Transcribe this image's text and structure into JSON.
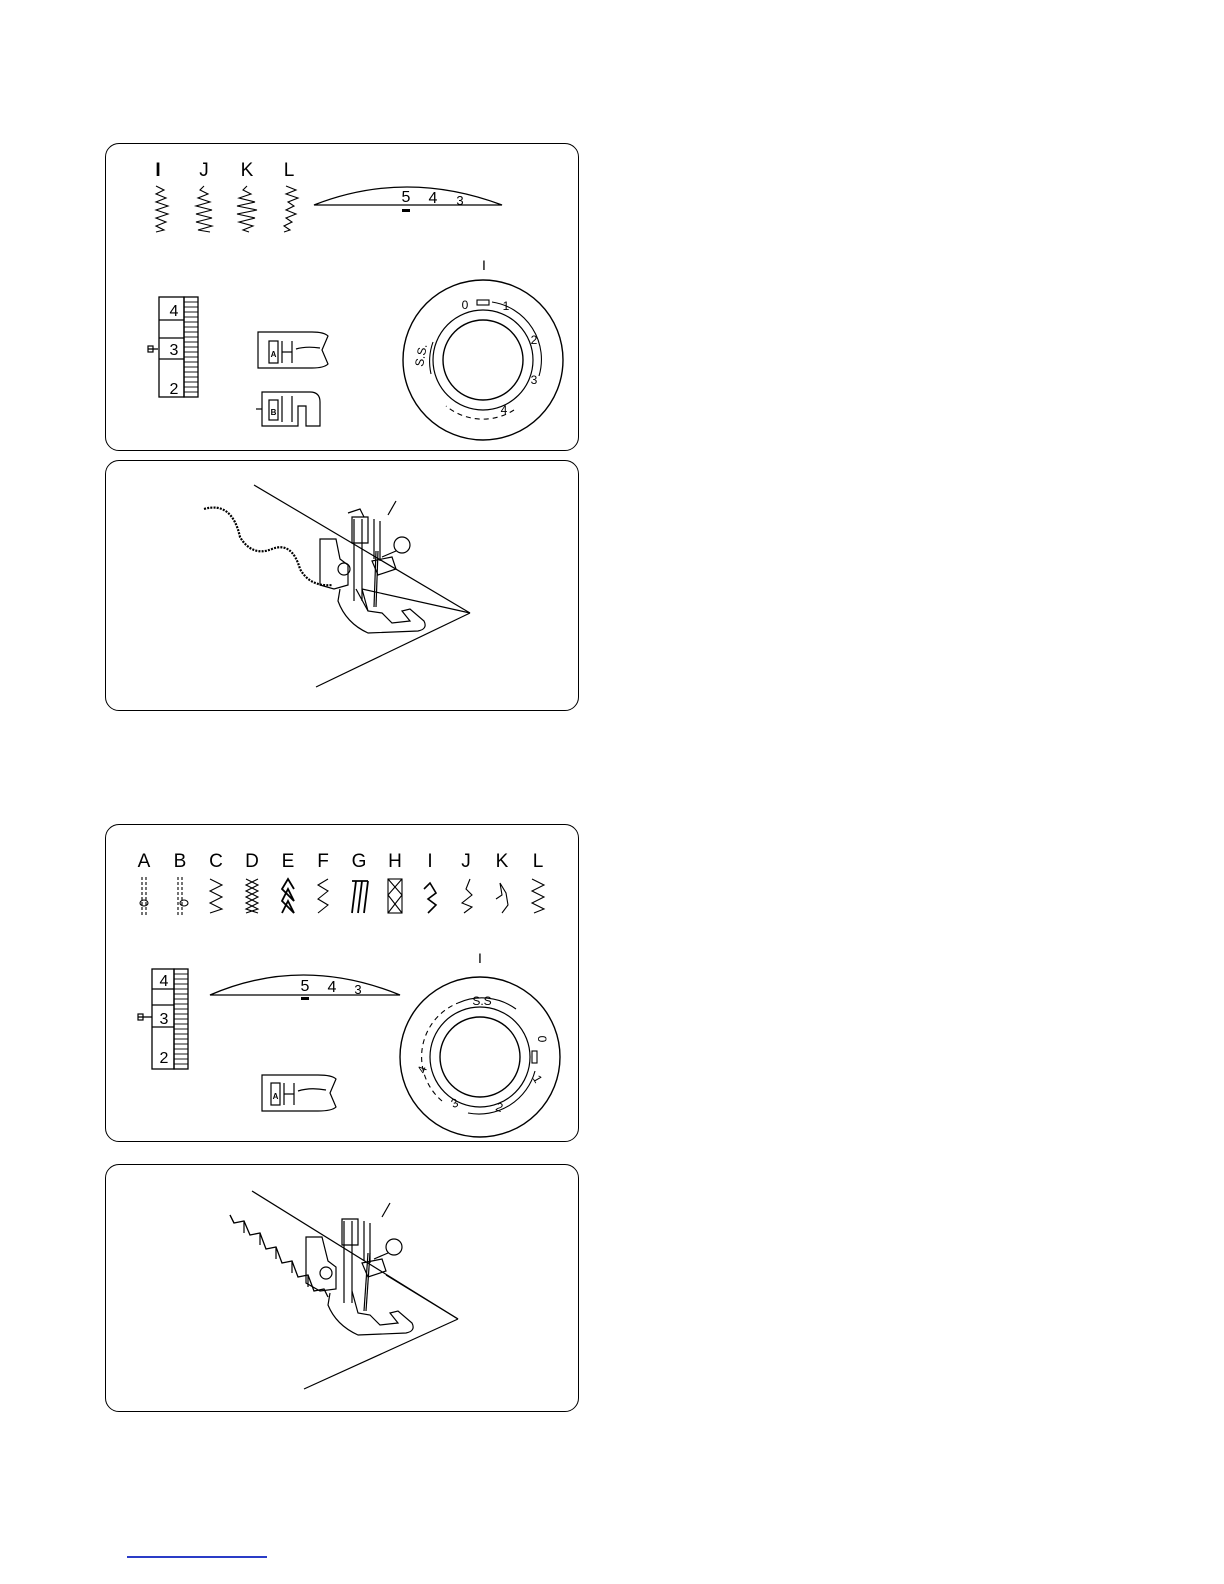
{
  "panel1": {
    "stitch_letters": [
      "I",
      "J",
      "K",
      "L"
    ],
    "tension_scale": [
      "5",
      "4",
      "3"
    ],
    "stitch_length_marks": [
      "4",
      "3",
      "2"
    ],
    "foot_labels": [
      "A",
      "B"
    ],
    "dial": {
      "top_mark": "I",
      "numbers": [
        "0",
        "1",
        "2",
        "3",
        "4"
      ],
      "ss_label": "S.S."
    }
  },
  "panel3": {
    "stitch_letters": [
      "A",
      "B",
      "C",
      "D",
      "E",
      "F",
      "G",
      "H",
      "I",
      "J",
      "K",
      "L"
    ],
    "tension_scale": [
      "5",
      "4",
      "3"
    ],
    "stitch_length_marks": [
      "4",
      "3",
      "2"
    ],
    "foot_labels": [
      "A"
    ],
    "dial": {
      "top_mark": "I",
      "numbers": [
        "0",
        "1",
        "2",
        "3",
        "4"
      ],
      "ss_label": "S.S"
    }
  }
}
